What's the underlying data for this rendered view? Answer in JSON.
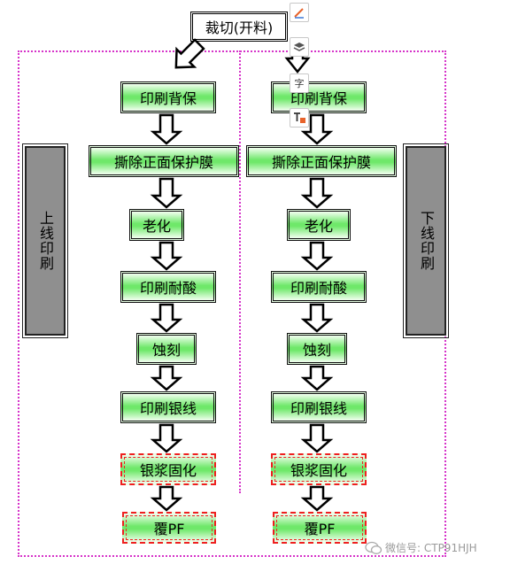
{
  "top_node": "裁切(开料)",
  "left_label": "上线印刷",
  "right_label": "下线印刷",
  "left_steps": [
    "印刷背保",
    "撕除正面保护膜",
    "老化",
    "印刷耐酸",
    "蚀刻",
    "印刷银线",
    "银浆固化",
    "覆PF"
  ],
  "right_steps": [
    "印刷背保",
    "撕除正面保护膜",
    "老化",
    "印刷耐酸",
    "蚀刻",
    "印刷银线",
    "银浆固化",
    "覆PF"
  ],
  "watermark": "微信号: CTP91HJH",
  "toolbar_icons": [
    "pen-icon",
    "layers-icon",
    "translate-icon",
    "text-icon"
  ],
  "colors": {
    "box_fill": "#6fe86a",
    "dashed_border": "#ee2020",
    "frame_dotted": "#d633c9",
    "side_label_fill": "#8f8f8f"
  }
}
